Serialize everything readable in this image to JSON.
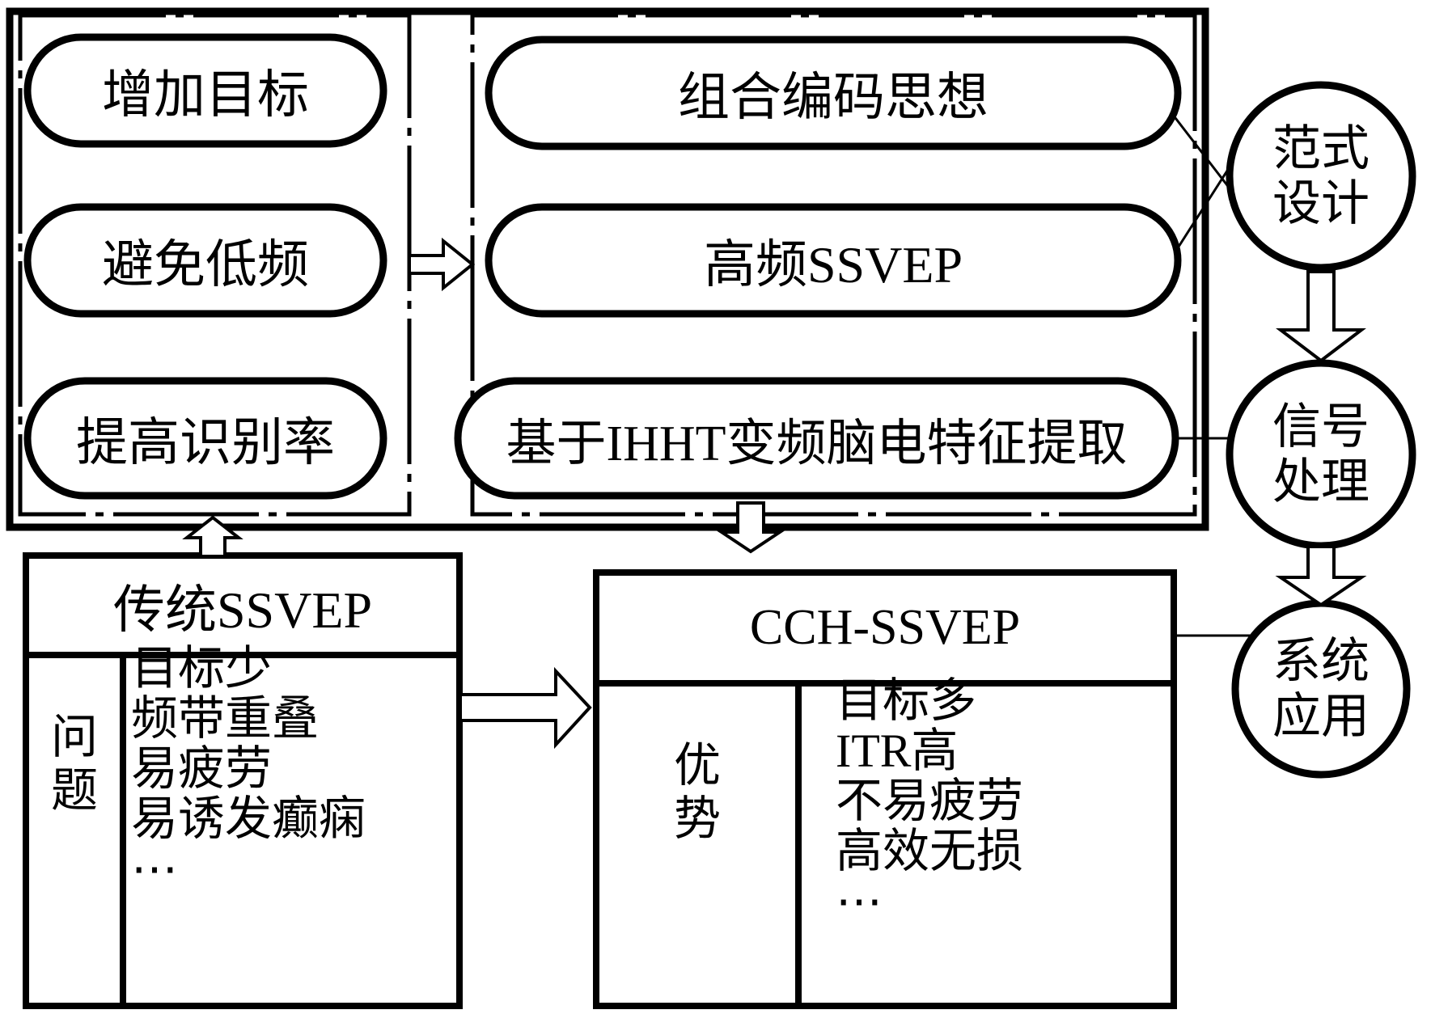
{
  "figure": {
    "panel_goals": {
      "items": [
        "增加目标",
        "避免低频",
        "提高识别率"
      ]
    },
    "panel_methods": {
      "items": [
        "组合编码思想",
        "高频SSVEP",
        "基于IHHT变频脑电特征提取"
      ]
    },
    "stages": [
      {
        "line1": "范式",
        "line2": "设计"
      },
      {
        "line1": "信号",
        "line2": "处理"
      },
      {
        "line1": "系统",
        "line2": "应用"
      }
    ],
    "traditional": {
      "title": "传统SSVEP",
      "label_char1": "问",
      "label_char2": "题",
      "items": [
        "目标少",
        "频带重叠",
        "易疲劳",
        "易诱发癫痫",
        "⋯"
      ]
    },
    "cch": {
      "title": "CCH-SSVEP",
      "label_char1": "优",
      "label_char2": "势",
      "items": [
        "目标多",
        "ITR高",
        "不易疲劳",
        "高效无损",
        "⋯"
      ]
    },
    "colors": {
      "ink": "#000000",
      "background": "#ffffff"
    }
  }
}
